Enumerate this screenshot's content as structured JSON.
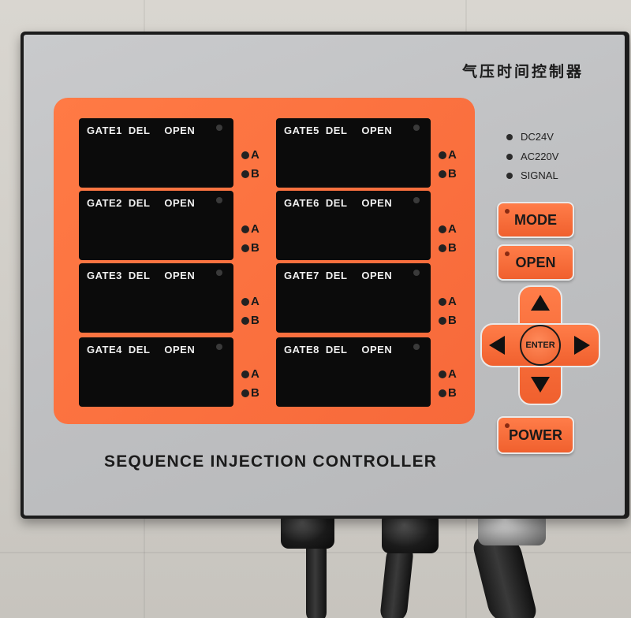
{
  "controller": {
    "title_cn": "气压时间控制器",
    "model_name": "SEQUENCE INJECTION CONTROLLER",
    "gates": [
      {
        "name": "GATE1",
        "del_label": "DEL",
        "open_label": "OPEN",
        "a_label": "A",
        "b_label": "B"
      },
      {
        "name": "GATE2",
        "del_label": "DEL",
        "open_label": "OPEN",
        "a_label": "A",
        "b_label": "B"
      },
      {
        "name": "GATE3",
        "del_label": "DEL",
        "open_label": "OPEN",
        "a_label": "A",
        "b_label": "B"
      },
      {
        "name": "GATE4",
        "del_label": "DEL",
        "open_label": "OPEN",
        "a_label": "A",
        "b_label": "B"
      },
      {
        "name": "GATE5",
        "del_label": "DEL",
        "open_label": "OPEN",
        "a_label": "A",
        "b_label": "B"
      },
      {
        "name": "GATE6",
        "del_label": "DEL",
        "open_label": "OPEN",
        "a_label": "A",
        "b_label": "B"
      },
      {
        "name": "GATE7",
        "del_label": "DEL",
        "open_label": "OPEN",
        "a_label": "A",
        "b_label": "B"
      },
      {
        "name": "GATE8",
        "del_label": "DEL",
        "open_label": "OPEN",
        "a_label": "A",
        "b_label": "B"
      }
    ],
    "status_indicators": [
      "DC24V",
      "AC220V",
      "SIGNAL"
    ],
    "buttons": {
      "mode": "MODE",
      "open": "OPEN",
      "enter": "ENTER",
      "power": "POWER"
    },
    "colors": {
      "panel_orange": "#f7693a",
      "faceplate_gray": "#c0c1c3",
      "display_black": "#0b0b0b"
    }
  }
}
